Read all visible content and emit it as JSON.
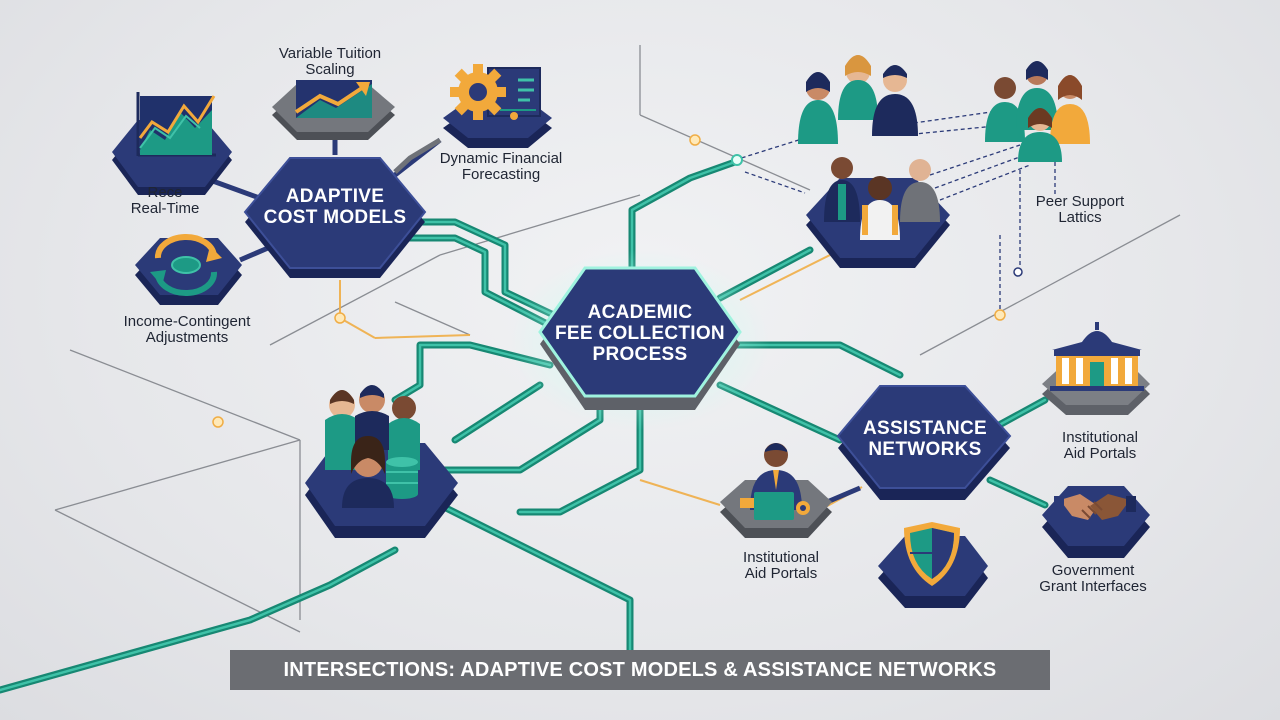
{
  "central_node": {
    "title": "ACADEMIC\nFEE COLLECTION\nPROCESS"
  },
  "adaptive_node": {
    "title": "ADAPTIVE\nCOST MODELS"
  },
  "assistance_node": {
    "title": "ASSISTANCE\nNETWORKS"
  },
  "labels": {
    "variable_tuition": "Variable Tuition\nScaling",
    "dynamic_forecasting": "Dynamic Financial\nForecasting",
    "realtime": "Rece\nReal-Time",
    "income_contingent": "Income-Contingent\nAdjustments",
    "peer_support": "Peer Support\nLattics",
    "institutional_aid_right": "Institutional\nAid Portals",
    "institutional_aid_bottom": "Institutional\nAid Portals",
    "government_grant": "Government\nGrant Interfaces"
  },
  "banner": {
    "text": "INTERSECTIONS: ADAPTIVE COST MODELS & ASSISTANCE NETWORKS"
  },
  "colors": {
    "navy": "#2b3a78",
    "navy_dark": "#1d2a5c",
    "teal": "#1d9a85",
    "teal_light": "#3fc2a8",
    "gold": "#f2a93b",
    "gray_slab": "#6f7278",
    "background": "#e9eaed",
    "banner": "#6b6d72"
  }
}
